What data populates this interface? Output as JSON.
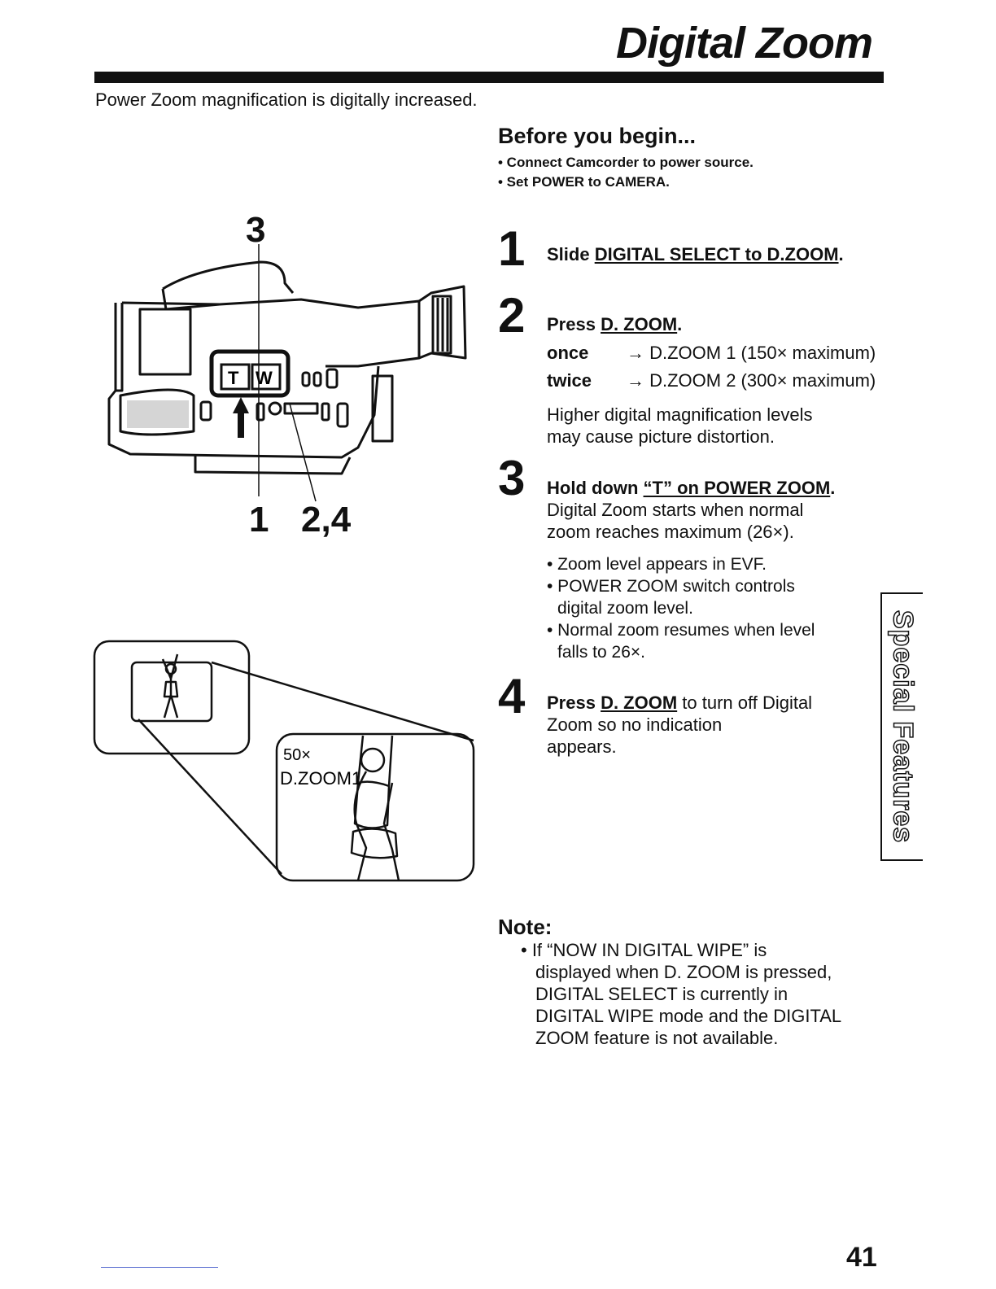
{
  "header": {
    "title": "Digital Zoom"
  },
  "intro": "Power Zoom magnification is digitally increased.",
  "before": {
    "heading": "Before you begin...",
    "items": [
      "• Connect Camcorder to power source.",
      "• Set POWER to CAMERA."
    ]
  },
  "steps": [
    {
      "num": "1",
      "prefix": "Slide ",
      "link": "DIGITAL SELECT to D.ZOOM",
      "suffix": "."
    },
    {
      "num": "2",
      "prefix": "Press ",
      "link": "D. ZOOM",
      "suffix": ".",
      "once_label": "once",
      "once_value": "→ D.ZOOM 1 (150× maximum)",
      "twice_label": "twice",
      "twice_value": "→ D.ZOOM 2 (300× maximum)",
      "note_lines": [
        "Higher digital magnification levels",
        "may cause picture distortion."
      ]
    },
    {
      "num": "3",
      "prefix": "Hold down ",
      "link": "“T” on POWER ZOOM",
      "suffix": ".",
      "desc_lines": [
        "Digital Zoom starts when normal",
        "zoom reaches maximum (26×)."
      ],
      "bullets": [
        "• Zoom level appears in EVF.",
        "• POWER ZOOM switch controls",
        "digital zoom level.",
        "• Normal zoom resumes when level",
        "falls to 26×."
      ]
    },
    {
      "num": "4",
      "prefix": "Press ",
      "link": "D. ZOOM",
      "suffix": " to turn off Digital",
      "desc_lines": [
        "Zoom so no indication",
        "appears."
      ]
    }
  ],
  "figure": {
    "label_top": "3",
    "label_left": "1",
    "label_right": "2,4",
    "switch_t": "T",
    "switch_w": "W",
    "screen_mag": "50×",
    "screen_mode": "D.ZOOM1"
  },
  "side_tab": "Special Features",
  "note": {
    "heading": "Note:",
    "lines": [
      "• If “NOW IN DIGITAL WIPE” is",
      "displayed when D. ZOOM is pressed,",
      "DIGITAL SELECT is currently in",
      "DIGITAL WIPE mode and the DIGITAL",
      "ZOOM feature is not available."
    ]
  },
  "page_number": "41",
  "colors": {
    "ink": "#111111",
    "paper": "#ffffff",
    "bottom_rule": "#6d7fd6"
  }
}
